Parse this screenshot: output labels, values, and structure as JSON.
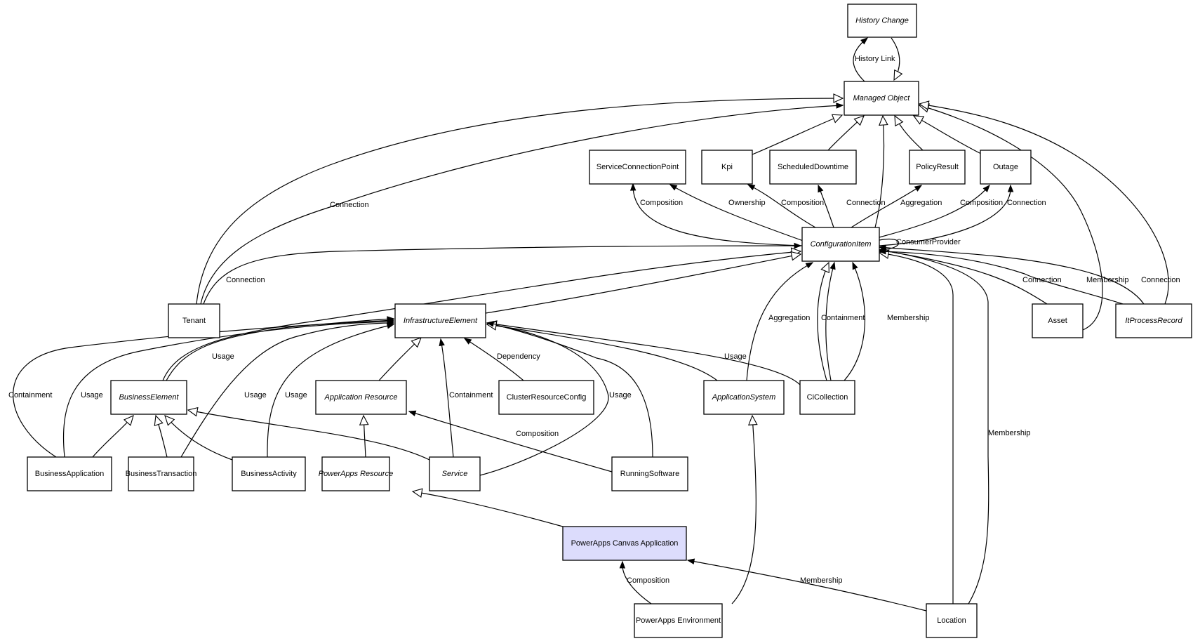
{
  "diagram": {
    "type": "uml-class-diagram",
    "highlight_color": "#dcdcfc",
    "nodes": [
      {
        "id": "history",
        "label": "History Change",
        "abstract": true
      },
      {
        "id": "managed",
        "label": "Managed Object",
        "abstract": true
      },
      {
        "id": "scp",
        "label": "ServiceConnectionPoint",
        "abstract": false
      },
      {
        "id": "kpi",
        "label": "Kpi",
        "abstract": false
      },
      {
        "id": "sched",
        "label": "ScheduledDowntime",
        "abstract": false
      },
      {
        "id": "policy",
        "label": "PolicyResult",
        "abstract": false
      },
      {
        "id": "outage",
        "label": "Outage",
        "abstract": false
      },
      {
        "id": "ci",
        "label": "ConfigurationItem",
        "abstract": true
      },
      {
        "id": "tenant",
        "label": "Tenant",
        "abstract": false
      },
      {
        "id": "infra",
        "label": "InfrastructureElement",
        "abstract": true
      },
      {
        "id": "asset",
        "label": "Asset",
        "abstract": false
      },
      {
        "id": "itpr",
        "label": "ItProcessRecord",
        "abstract": true
      },
      {
        "id": "be",
        "label": "BusinessElement",
        "abstract": true
      },
      {
        "id": "appres",
        "label": "Application Resource",
        "abstract": true
      },
      {
        "id": "crc",
        "label": "ClusterResourceConfig",
        "abstract": false
      },
      {
        "id": "appsys",
        "label": "ApplicationSystem",
        "abstract": true
      },
      {
        "id": "cicoll",
        "label": "CiCollection",
        "abstract": false
      },
      {
        "id": "bapp",
        "label": "BusinessApplication",
        "abstract": false
      },
      {
        "id": "btx",
        "label": "BusinessTransaction",
        "abstract": false
      },
      {
        "id": "bact",
        "label": "BusinessActivity",
        "abstract": false
      },
      {
        "id": "pares",
        "label": "PowerApps Resource",
        "abstract": true
      },
      {
        "id": "service",
        "label": "Service",
        "abstract": true
      },
      {
        "id": "runsw",
        "label": "RunningSoftware",
        "abstract": false
      },
      {
        "id": "canvas",
        "label": "PowerApps Canvas Application",
        "abstract": false,
        "highlight": true
      },
      {
        "id": "paenv",
        "label": "PowerApps Environment",
        "abstract": false
      },
      {
        "id": "location",
        "label": "Location",
        "abstract": false
      }
    ],
    "edges": [
      {
        "from": "managed",
        "to": "history",
        "label": "History Link",
        "kind": "association"
      },
      {
        "from": "history",
        "to": "managed",
        "label": "",
        "kind": "generalization"
      },
      {
        "from": "tenant",
        "to": "managed",
        "label": "",
        "kind": "generalization"
      },
      {
        "from": "tenant",
        "to": "managed",
        "label": "Connection",
        "kind": "association"
      },
      {
        "from": "kpi",
        "to": "managed",
        "label": "",
        "kind": "generalization"
      },
      {
        "from": "sched",
        "to": "managed",
        "label": "",
        "kind": "generalization"
      },
      {
        "from": "ci",
        "to": "managed",
        "label": "",
        "kind": "generalization"
      },
      {
        "from": "policy",
        "to": "managed",
        "label": "",
        "kind": "generalization"
      },
      {
        "from": "outage",
        "to": "managed",
        "label": "",
        "kind": "generalization"
      },
      {
        "from": "asset",
        "to": "managed",
        "label": "",
        "kind": "generalization"
      },
      {
        "from": "itpr",
        "to": "managed",
        "label": "",
        "kind": "generalization"
      },
      {
        "from": "ci",
        "to": "scp",
        "label": "Composition",
        "kind": "association"
      },
      {
        "from": "ci",
        "to": "scp",
        "label": "Ownership",
        "kind": "association"
      },
      {
        "from": "ci",
        "to": "kpi",
        "label": "Composition",
        "kind": "association"
      },
      {
        "from": "ci",
        "to": "sched",
        "label": "Connection",
        "kind": "association"
      },
      {
        "from": "ci",
        "to": "policy",
        "label": "Aggregation",
        "kind": "association"
      },
      {
        "from": "ci",
        "to": "outage",
        "label": "Composition",
        "kind": "association"
      },
      {
        "from": "ci",
        "to": "outage",
        "label": "Connection",
        "kind": "association"
      },
      {
        "from": "ci",
        "to": "ci",
        "label": "ConsumerProvider",
        "kind": "association"
      },
      {
        "from": "tenant",
        "to": "ci",
        "label": "Connection",
        "kind": "association"
      },
      {
        "from": "be",
        "to": "ci",
        "label": "",
        "kind": "generalization"
      },
      {
        "from": "infra",
        "to": "ci",
        "label": "",
        "kind": "generalization"
      },
      {
        "from": "appsys",
        "to": "ci",
        "label": "Aggregation",
        "kind": "association"
      },
      {
        "from": "cicoll",
        "to": "ci",
        "label": "",
        "kind": "generalization"
      },
      {
        "from": "cicoll",
        "to": "ci",
        "label": "Containment",
        "kind": "association"
      },
      {
        "from": "cicoll",
        "to": "ci",
        "label": "Membership",
        "kind": "association"
      },
      {
        "from": "location",
        "to": "ci",
        "label": "",
        "kind": "generalization"
      },
      {
        "from": "location",
        "to": "ci",
        "label": "Membership",
        "kind": "association"
      },
      {
        "from": "asset",
        "to": "ci",
        "label": "Connection",
        "kind": "association"
      },
      {
        "from": "itpr",
        "to": "ci",
        "label": "Membership",
        "kind": "association"
      },
      {
        "from": "itpr",
        "to": "ci",
        "label": "Connection",
        "kind": "association"
      },
      {
        "from": "be",
        "to": "infra",
        "label": "Usage",
        "kind": "association"
      },
      {
        "from": "bapp",
        "to": "infra",
        "label": "Containment",
        "kind": "association"
      },
      {
        "from": "bapp",
        "to": "infra",
        "label": "Usage",
        "kind": "association"
      },
      {
        "from": "btx",
        "to": "infra",
        "label": "Usage",
        "kind": "association"
      },
      {
        "from": "bact",
        "to": "infra",
        "label": "Usage",
        "kind": "association"
      },
      {
        "from": "appres",
        "to": "infra",
        "label": "",
        "kind": "generalization"
      },
      {
        "from": "service",
        "to": "infra",
        "label": "Containment",
        "kind": "association"
      },
      {
        "from": "crc",
        "to": "infra",
        "label": "Dependency",
        "kind": "association"
      },
      {
        "from": "service",
        "to": "infra",
        "label": "Usage",
        "kind": "association"
      },
      {
        "from": "runsw",
        "to": "infra",
        "label": "",
        "kind": "generalization"
      },
      {
        "from": "appsys",
        "to": "infra",
        "label": "",
        "kind": "generalization"
      },
      {
        "from": "cicoll",
        "to": "infra",
        "label": "Usage",
        "kind": "association"
      },
      {
        "from": "bapp",
        "to": "be",
        "label": "",
        "kind": "generalization"
      },
      {
        "from": "btx",
        "to": "be",
        "label": "",
        "kind": "generalization"
      },
      {
        "from": "bact",
        "to": "be",
        "label": "",
        "kind": "generalization"
      },
      {
        "from": "service",
        "to": "be",
        "label": "",
        "kind": "generalization"
      },
      {
        "from": "pares",
        "to": "appres",
        "label": "",
        "kind": "generalization"
      },
      {
        "from": "runsw",
        "to": "appres",
        "label": "Composition",
        "kind": "association"
      },
      {
        "from": "canvas",
        "to": "pares",
        "label": "",
        "kind": "generalization"
      },
      {
        "from": "paenv",
        "to": "appsys",
        "label": "",
        "kind": "generalization"
      },
      {
        "from": "paenv",
        "to": "canvas",
        "label": "Composition",
        "kind": "association"
      },
      {
        "from": "location",
        "to": "canvas",
        "label": "Membership",
        "kind": "association"
      }
    ]
  }
}
